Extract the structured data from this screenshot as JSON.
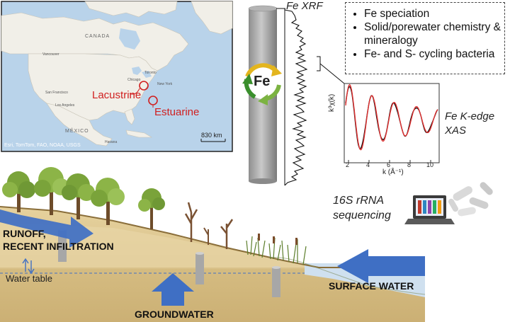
{
  "map": {
    "countries": [
      "CANADA",
      "MÉXICO"
    ],
    "cities": [
      "Vancouver",
      "Toronto",
      "Chicago",
      "New York",
      "San Francisco",
      "Los Angeles",
      "Havana"
    ],
    "sites": {
      "lacustrine": "Lacustrine",
      "estuarine": "Estuarine"
    },
    "scale": "830 km",
    "attribution": "Esri, TomTom, FAO, NOAA, USGS"
  },
  "iron": {
    "symbol": "Fe",
    "xrf_label": "Fe XRF",
    "xas_label_line1": "Fe K-edge",
    "xas_label_line2": "XAS"
  },
  "xas_chart": {
    "ylabel": "k³χ(k)",
    "xlabel": "k (Å⁻¹)",
    "ticks": [
      "2",
      "4",
      "6",
      "8",
      "10"
    ],
    "accent_fit": "#e03030",
    "accent_data": "#111111"
  },
  "methods": {
    "bullets": [
      "Fe speciation",
      "Solid/porewater chemistry & mineralogy",
      "Fe- and S- cycling bacteria"
    ],
    "sequencing_line1": "16S rRNA",
    "sequencing_line2": "sequencing"
  },
  "landscape": {
    "runoff_line1": "RUNOFF,",
    "runoff_line2": "RECENT INFILTRATION",
    "water_table": "Water table",
    "groundwater": "GROUNDWATER",
    "surface_water": "SURFACE WATER",
    "colors": {
      "arrow": "#3f6fc4",
      "soil": "#d8c08a",
      "water": "#cfe0ef",
      "site_marker": "#d02020"
    }
  }
}
